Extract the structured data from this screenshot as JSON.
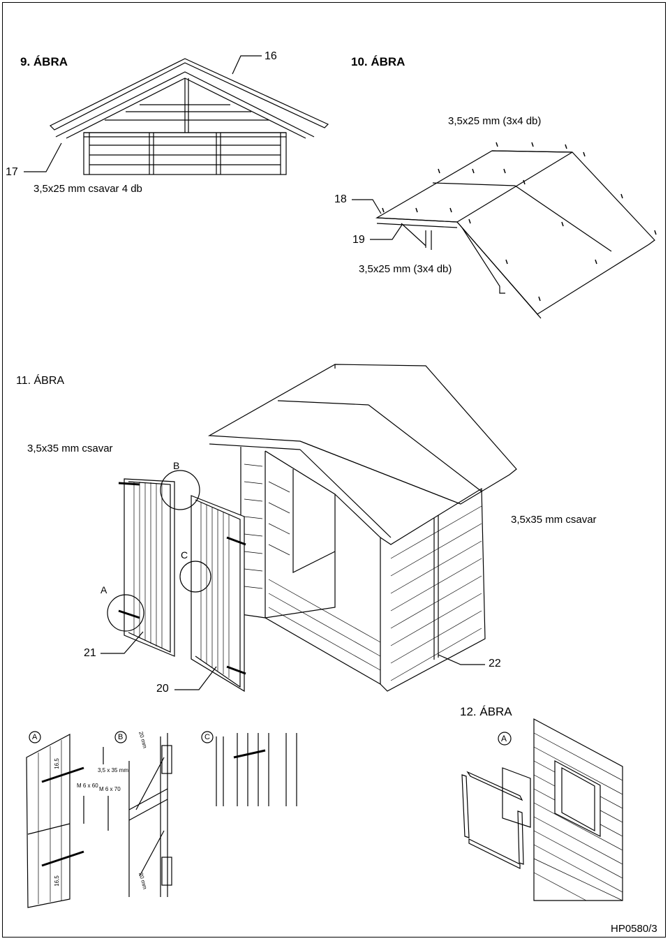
{
  "figures": {
    "fig9_title": "9. ÁBRA",
    "fig10_title": "10. ÁBRA",
    "fig11_title": "11. ÁBRA",
    "fig12_title": "12. ÁBRA"
  },
  "fig9": {
    "callout_16": "16",
    "callout_17": "17",
    "screw_note": "3,5x25 mm csavar 4 db"
  },
  "fig10": {
    "screw_note_top": "3,5x25 mm (3x4 db)",
    "callout_18": "18",
    "callout_19": "19",
    "screw_note_bottom": "3,5x25 mm (3x4 db)"
  },
  "fig11": {
    "screw_note_left": "3,5x35 mm csavar",
    "screw_note_right": "3,5x35 mm csavar",
    "detail_a": "A",
    "detail_b": "B",
    "detail_c": "C",
    "callout_20": "20",
    "callout_21": "21",
    "callout_22": "22"
  },
  "details": {
    "a_label": "A",
    "b_label": "B",
    "c_label": "C",
    "dim_16_5_top": "16,5",
    "dim_16_5_bottom": "16,5",
    "screw_35x35": "3,5 x 35 mm",
    "bolt_m6x60": "M 6 x 60",
    "bolt_m6x70": "M 6 x 70",
    "dim_20mm_top": "20 mm",
    "dim_20mm_bottom": "20 mm"
  },
  "fig12": {
    "detail_a": "A"
  },
  "footer": {
    "doc_code": "HP0580/3"
  }
}
